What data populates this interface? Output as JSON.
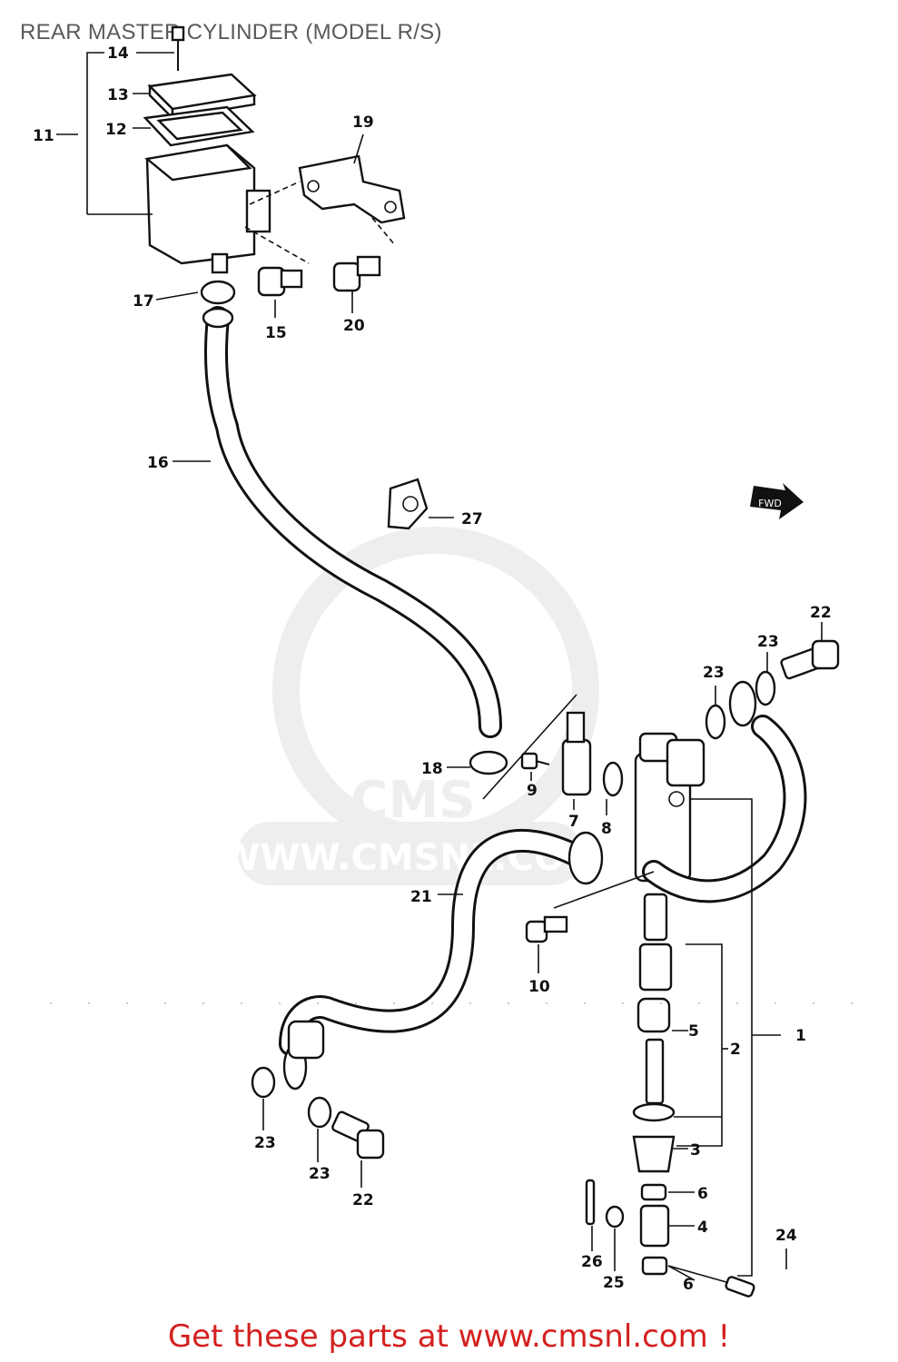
{
  "page_title": "REAR MASTER CYLINDER (MODEL R/S)",
  "watermark": {
    "text": "WWW.CMSNL.COM",
    "logo": "CMS"
  },
  "fwd_arrow_label": "FWD",
  "footer_cta": "Get these parts at www.cmsnl.com !",
  "callouts": [
    "1",
    "2",
    "3",
    "4",
    "5",
    "6",
    "6",
    "7",
    "8",
    "9",
    "10",
    "11",
    "12",
    "13",
    "14",
    "15",
    "16",
    "17",
    "18",
    "19",
    "20",
    "21",
    "22",
    "22",
    "23",
    "23",
    "23",
    "23",
    "24",
    "25",
    "26",
    "27"
  ],
  "colors": {
    "footer_text": "#d42020",
    "title_text": "#5a5a5a",
    "line_art": "#111111",
    "watermark": "#eeeeee"
  }
}
